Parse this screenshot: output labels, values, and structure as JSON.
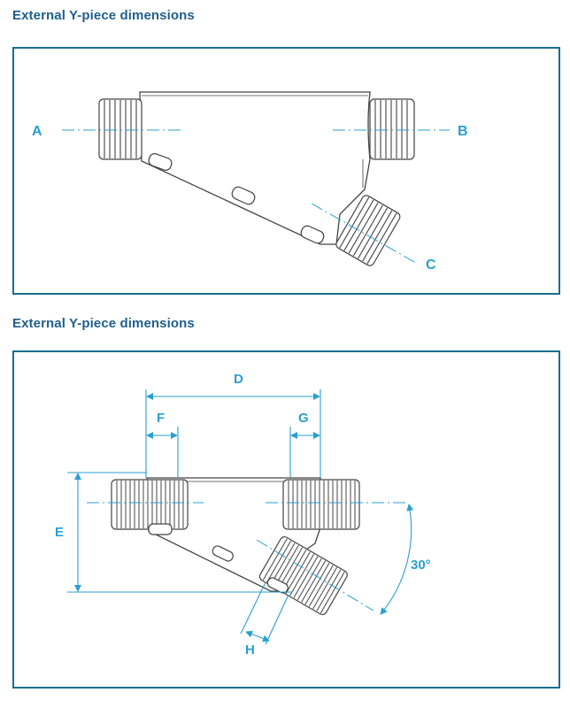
{
  "sections": [
    {
      "title": "External Y-piece dimensions"
    },
    {
      "title": "External Y-piece dimensions"
    }
  ],
  "diagram1": {
    "labels": {
      "a": "A",
      "b": "B",
      "c": "C"
    }
  },
  "diagram2": {
    "labels": {
      "d": "D",
      "e": "E",
      "f": "F",
      "g": "G",
      "h": "H",
      "angle": "30°"
    }
  },
  "colors": {
    "heading": "#1f5f8b",
    "border": "#1a6e8e",
    "dimension": "#2a9fd0",
    "drawing": "#444444"
  }
}
